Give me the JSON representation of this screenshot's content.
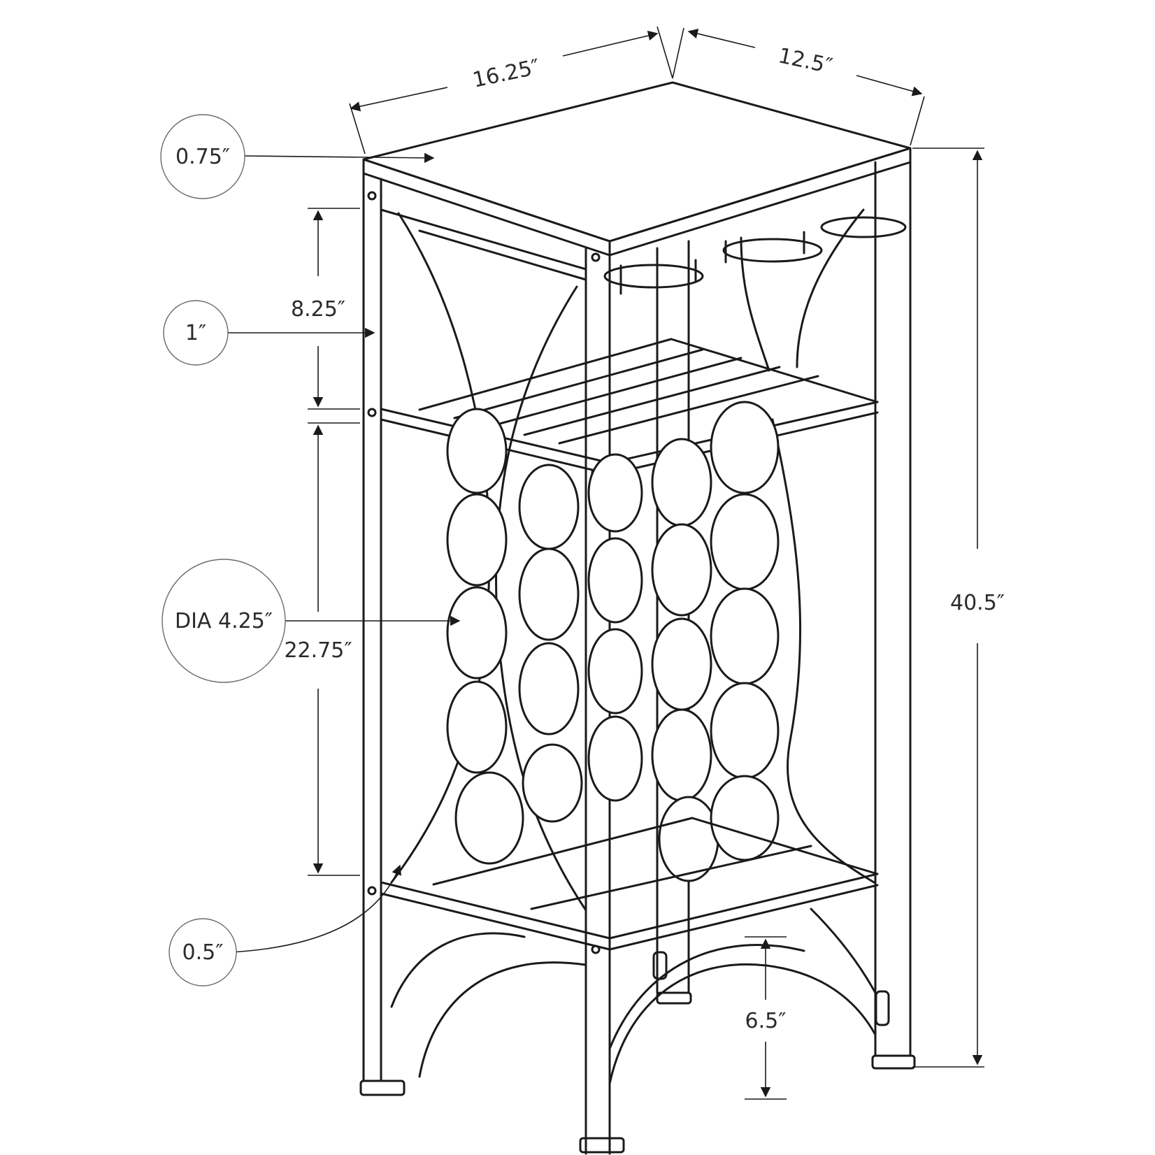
{
  "dimensions": {
    "width": "16.25″",
    "depth": "12.5″",
    "height": "40.5″",
    "top_thickness": "0.75″",
    "frame_tube": "1″",
    "upper_shelf_clearance": "8.25″",
    "bottle_ring_diameter": "DIA 4.25″",
    "rack_height": "22.75″",
    "lower_tube": "0.5″",
    "bottom_clearance": "6.5″"
  },
  "colors": {
    "line": "#1a1a1a",
    "callout": "#6a6a6a",
    "background": "#ffffff"
  }
}
